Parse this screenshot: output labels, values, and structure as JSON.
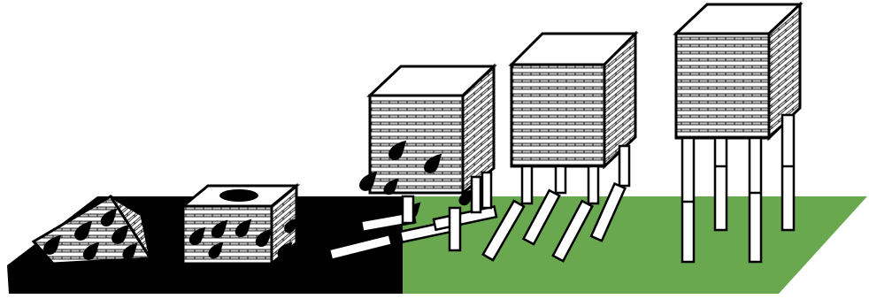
{
  "colors": {
    "ground_green": "#6aa84f",
    "ground_black": "#000000",
    "louver_gray": "#c8c8c8",
    "outline": "#000000",
    "leg_white": "#ffffff"
  },
  "stages": [
    {
      "id": "collapsed",
      "state": "oil-stained, fallen over"
    },
    {
      "id": "oil-covered",
      "state": "sitting on ground, oil-covered"
    },
    {
      "id": "toppling",
      "state": "legs broken, oil spots"
    },
    {
      "id": "leaning",
      "state": "legs bent"
    },
    {
      "id": "standing",
      "state": "upright on intact legs"
    }
  ]
}
